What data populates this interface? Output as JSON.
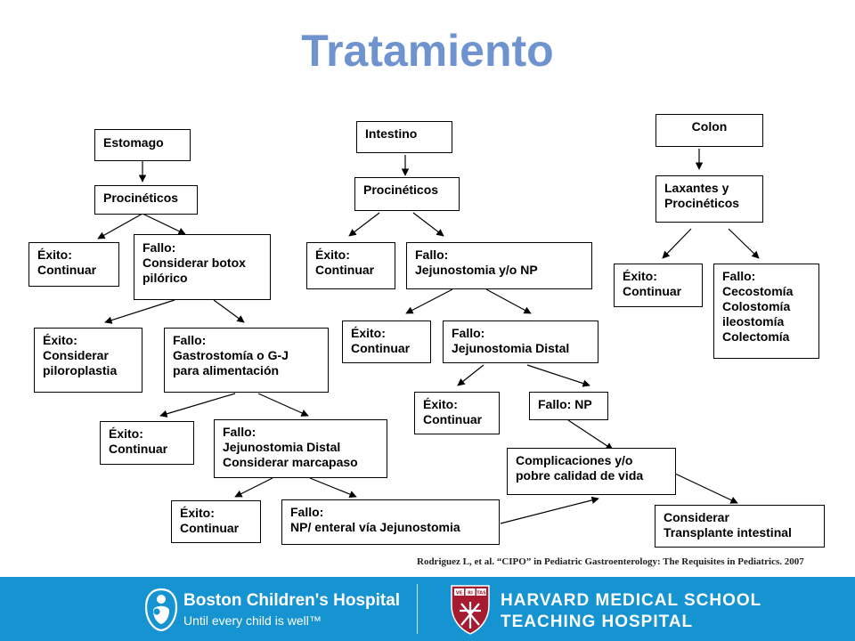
{
  "slide": {
    "title": "Tratamiento",
    "citation": "Rodriguez L, et al. “CIPO” in Pediatric Gastroenterology: The Requisites in Pediatrics. 2007"
  },
  "flowchart": {
    "estomago": {
      "header": "Estomago",
      "procineticos": "Procinéticos",
      "exito_continuar_1": "Éxito:\nContinuar",
      "fallo_botox": "Fallo:\nConsiderar botox\npilórico",
      "exito_piloroplastia": "Éxito:\nConsiderar\npiloroplastia",
      "fallo_gastrostomia": "Fallo:\nGastrostomía o G-J\npara alimentación",
      "exito_continuar_2": "Éxito:\nContinuar",
      "fallo_jejunostomia_distal": "Fallo:\nJejunostomia Distal\nConsiderar marcapaso",
      "exito_continuar_3": "Éxito:\nContinuar",
      "fallo_np_enteral": "Fallo:\nNP/ enteral vía Jejunostomia"
    },
    "intestino": {
      "header": "Intestino",
      "procineticos": "Procinéticos",
      "exito_continuar_1": "Éxito:\nContinuar",
      "fallo_jejunostomia_np": "Fallo:\nJejunostomia y/o NP",
      "exito_continuar_2": "Éxito:\nContinuar",
      "fallo_jejunostomia_distal": "Fallo:\nJejunostomia Distal",
      "exito_continuar_3": "Éxito:\nContinuar",
      "fallo_np": "Fallo: NP",
      "complicaciones": "Complicaciones y/o\npobre calidad de vida",
      "transplante": "Considerar\nTransplante intestinal"
    },
    "colon": {
      "header": "Colon",
      "laxantes": "Laxantes y\nProcinéticos",
      "exito_continuar": "Éxito:\nContinuar",
      "fallo_cecostomia": "Fallo:\nCecostomía\nColostomía\nileostomía\nColectomía"
    }
  },
  "footer": {
    "hospital_name": "Boston Children's Hospital",
    "hospital_tagline": "Until every child is well™",
    "school_line1": "HARVARD MEDICAL SCHOOL",
    "school_line2": "TEACHING HOSPITAL",
    "shield_letters": [
      "VE",
      "RI",
      "TAS"
    ],
    "color": "#1693d1",
    "title_color": "#6f93cf"
  }
}
